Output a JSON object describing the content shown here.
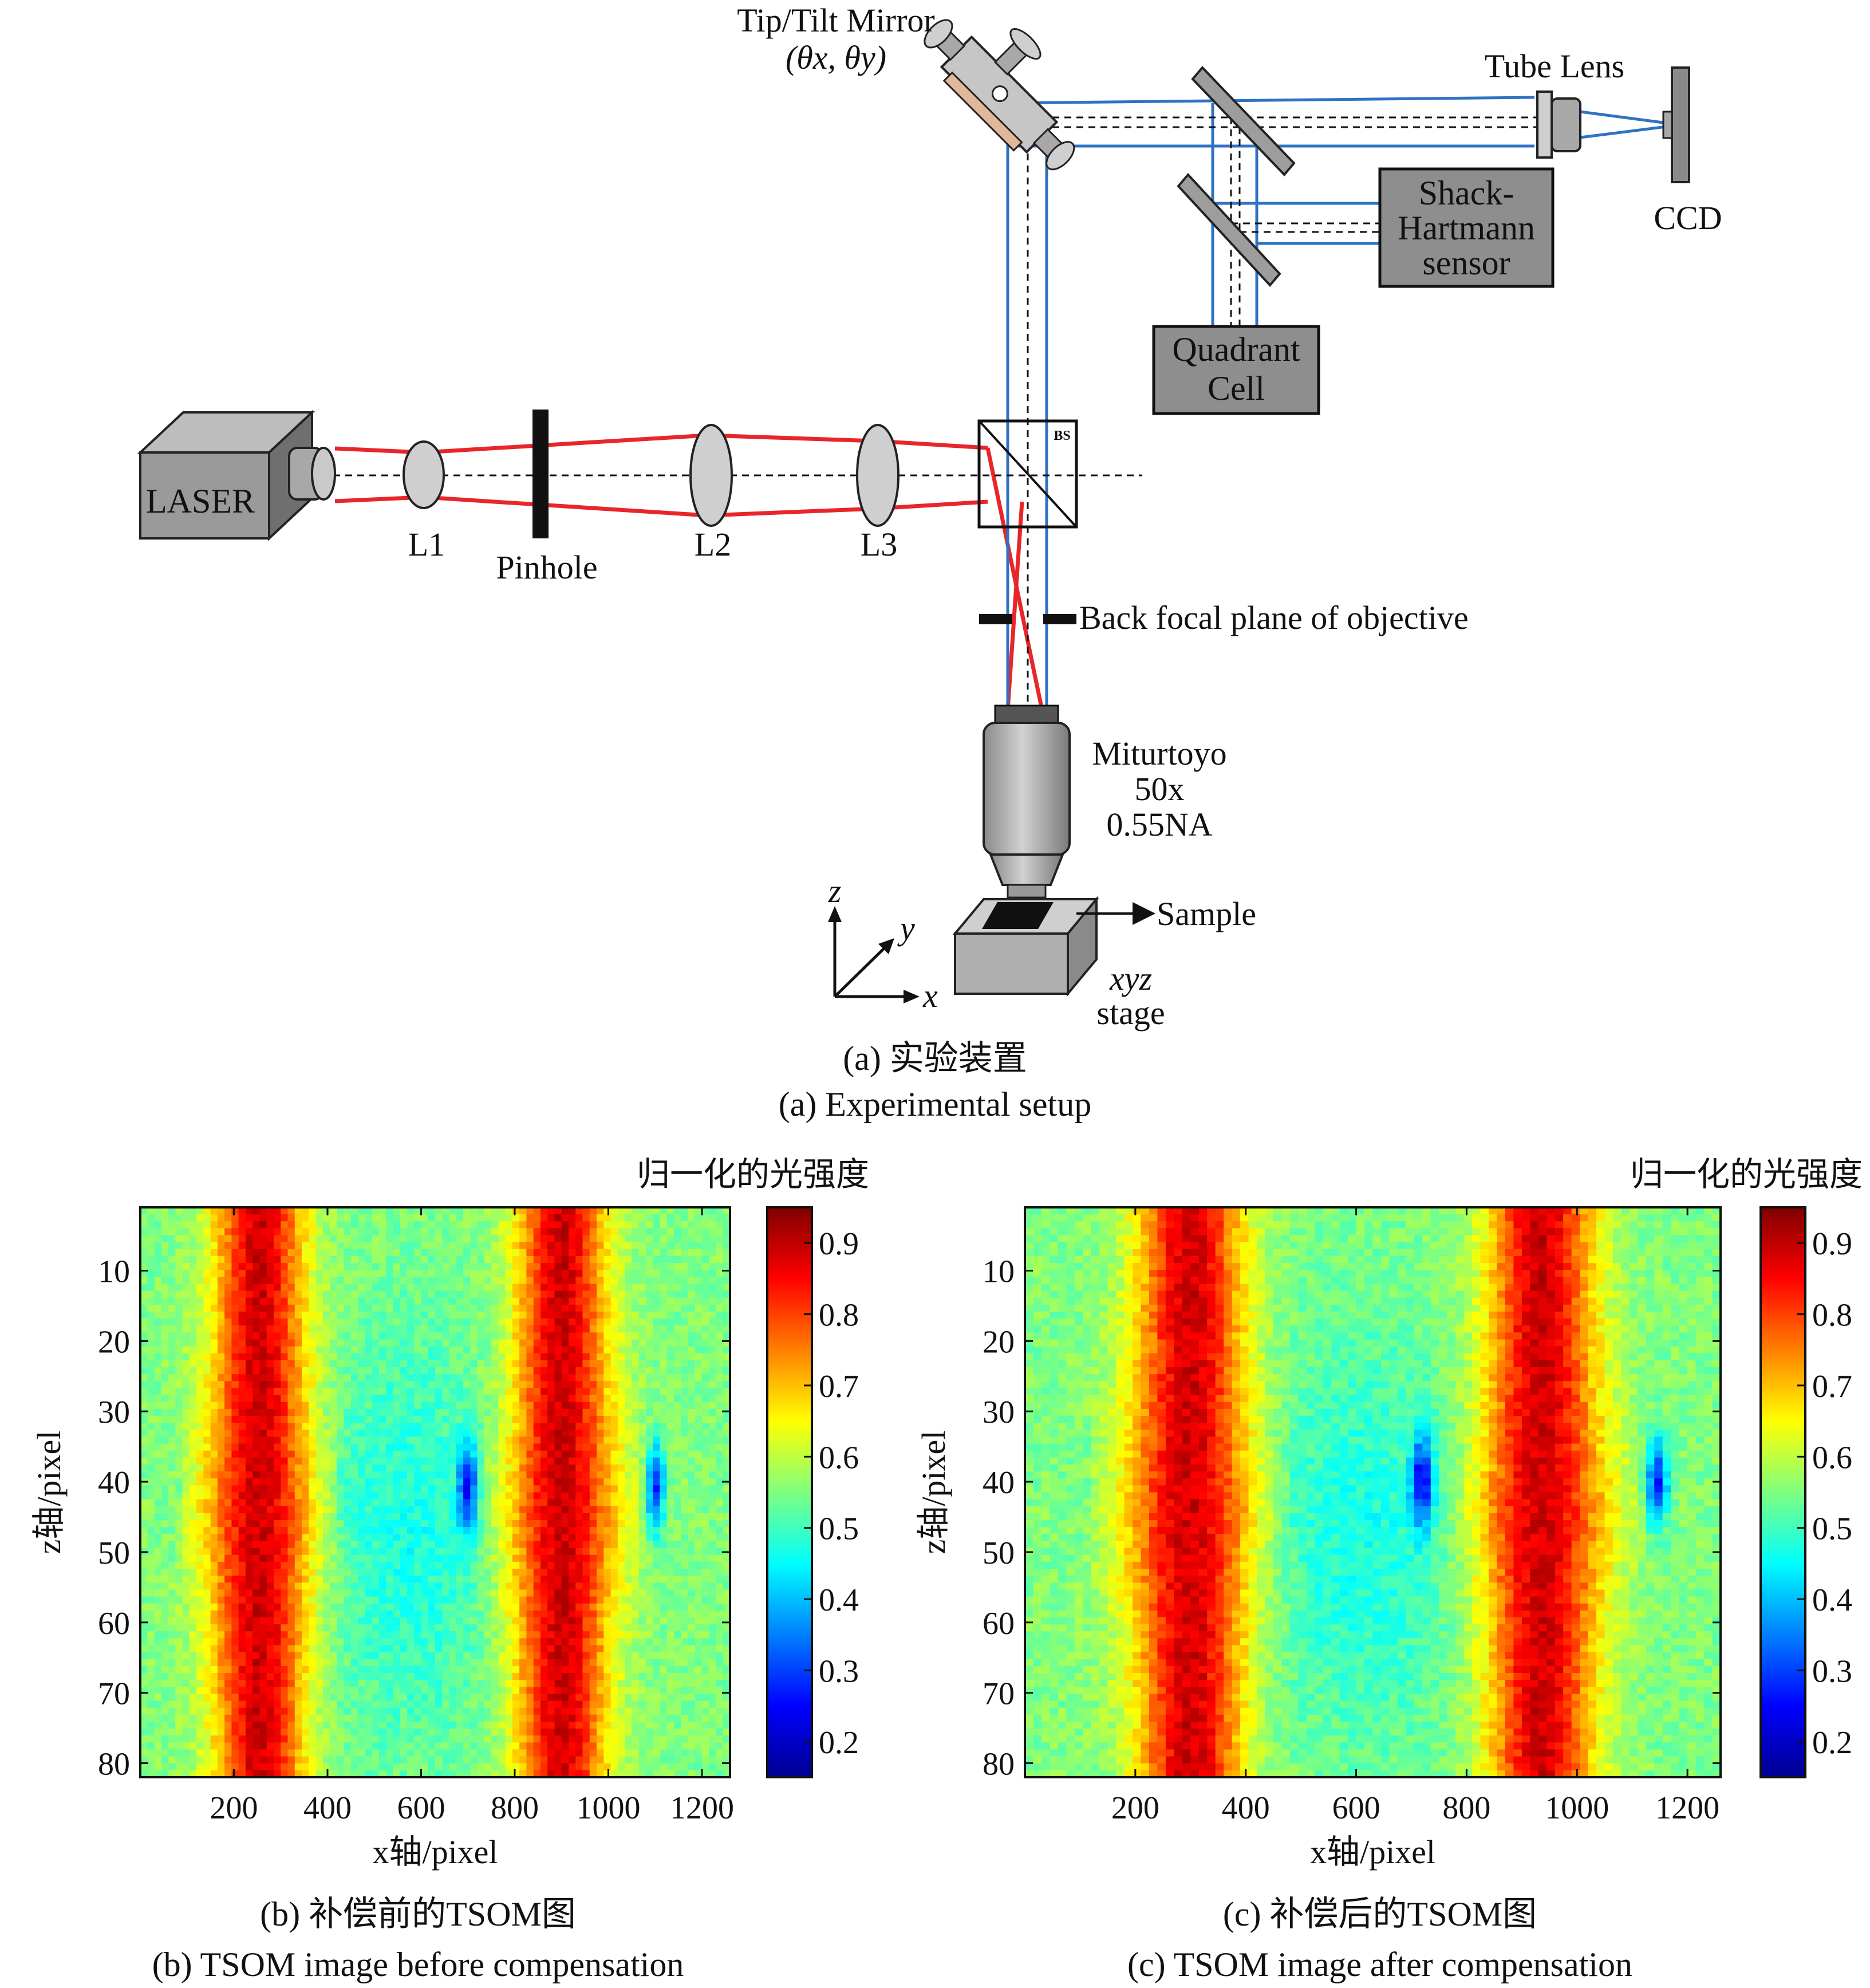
{
  "setup": {
    "tip_tilt_mirror": "Tip/Tilt Mirror",
    "tip_tilt_params": "(θx, θy)",
    "tube_lens": "Tube Lens",
    "ccd": "CCD",
    "shack_line1": "Shack-",
    "shack_line2": "Hartmann",
    "shack_line3": "sensor",
    "quadrant_line1": "Quadrant",
    "quadrant_line2": "Cell",
    "laser": "LASER",
    "l1": "L1",
    "pinhole": "Pinhole",
    "l2": "L2",
    "l3": "L3",
    "bs": "BS",
    "back_focal_plane": "Back focal plane of objective",
    "objective_line1": "Miturtoyo",
    "objective_line2": "50x",
    "objective_line3": "0.55NA",
    "sample": "Sample",
    "stage_line1": "xyz",
    "stage_line2": "stage",
    "axis_z": "z",
    "axis_y": "y",
    "axis_x": "x",
    "caption_cn": "(a) 实验装置",
    "caption_en": "(a) Experimental setup"
  },
  "colors": {
    "laser_beam": "#e8262a",
    "probe_beam": "#2f72c4",
    "component_fill": "#9d9d9d",
    "box_fill": "#8e8e8e"
  },
  "chart_data": [
    {
      "type": "heatmap",
      "id": "b",
      "colorbar_title": "归一化的光强度",
      "xlabel": "x轴/pixel",
      "ylabel": "z轴/pixel",
      "x_ticks": [
        200,
        400,
        600,
        800,
        1000,
        1200
      ],
      "y_ticks": [
        10,
        20,
        30,
        40,
        50,
        60,
        70,
        80
      ],
      "xlim": [
        0,
        1260
      ],
      "ylim": [
        1,
        82
      ],
      "clim": [
        0.15,
        0.95
      ],
      "colorbar_ticks": [
        0.2,
        0.3,
        0.4,
        0.5,
        0.6,
        0.7,
        0.8,
        0.9
      ],
      "colormap": "jet",
      "caption_cn": "(b) 补偿前的TSOM图",
      "caption_en": "(b) TSOM image before compensation"
    },
    {
      "type": "heatmap",
      "id": "c",
      "colorbar_title": "归一化的光强度",
      "xlabel": "x轴/pixel",
      "ylabel": "z轴/pixel",
      "x_ticks": [
        200,
        400,
        600,
        800,
        1000,
        1200
      ],
      "y_ticks": [
        10,
        20,
        30,
        40,
        50,
        60,
        70,
        80
      ],
      "xlim": [
        0,
        1260
      ],
      "ylim": [
        1,
        82
      ],
      "clim": [
        0.15,
        0.95
      ],
      "colorbar_ticks": [
        0.2,
        0.3,
        0.4,
        0.5,
        0.6,
        0.7,
        0.8,
        0.9
      ],
      "colormap": "jet",
      "caption_cn": "(c) 补偿后的TSOM图",
      "caption_en": "(c) TSOM image after compensation"
    }
  ]
}
